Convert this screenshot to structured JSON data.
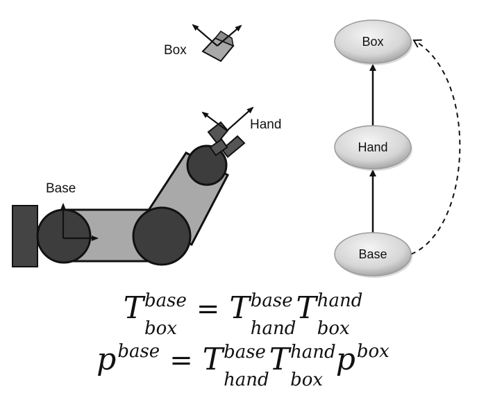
{
  "labels": {
    "box_frame": "Box",
    "hand_frame": "Hand",
    "base_frame": "Base"
  },
  "graph": {
    "nodes": [
      {
        "id": "box",
        "label": "Box"
      },
      {
        "id": "hand",
        "label": "Hand"
      },
      {
        "id": "base",
        "label": "Base"
      }
    ]
  },
  "equations": {
    "eq1": {
      "lhs": {
        "sym": "T",
        "sup": "base",
        "sub": "box"
      },
      "equals": "=",
      "rhs": [
        {
          "sym": "T",
          "sup": "base",
          "sub": "hand"
        },
        {
          "sym": "T",
          "sup": "hand",
          "sub": "box"
        }
      ]
    },
    "eq2": {
      "lhs": {
        "sym": "p",
        "sup": "base"
      },
      "equals": "=",
      "rhs": [
        {
          "sym": "T",
          "sup": "base",
          "sub": "hand"
        },
        {
          "sym": "T",
          "sup": "hand",
          "sub": "box"
        },
        {
          "sym": "p",
          "sup": "box"
        }
      ]
    }
  },
  "colors": {
    "link_fill": "#a9a9a9",
    "joint_fill": "#3a3a3a",
    "node_fill": "#d9d9d9",
    "stroke": "#111111"
  }
}
